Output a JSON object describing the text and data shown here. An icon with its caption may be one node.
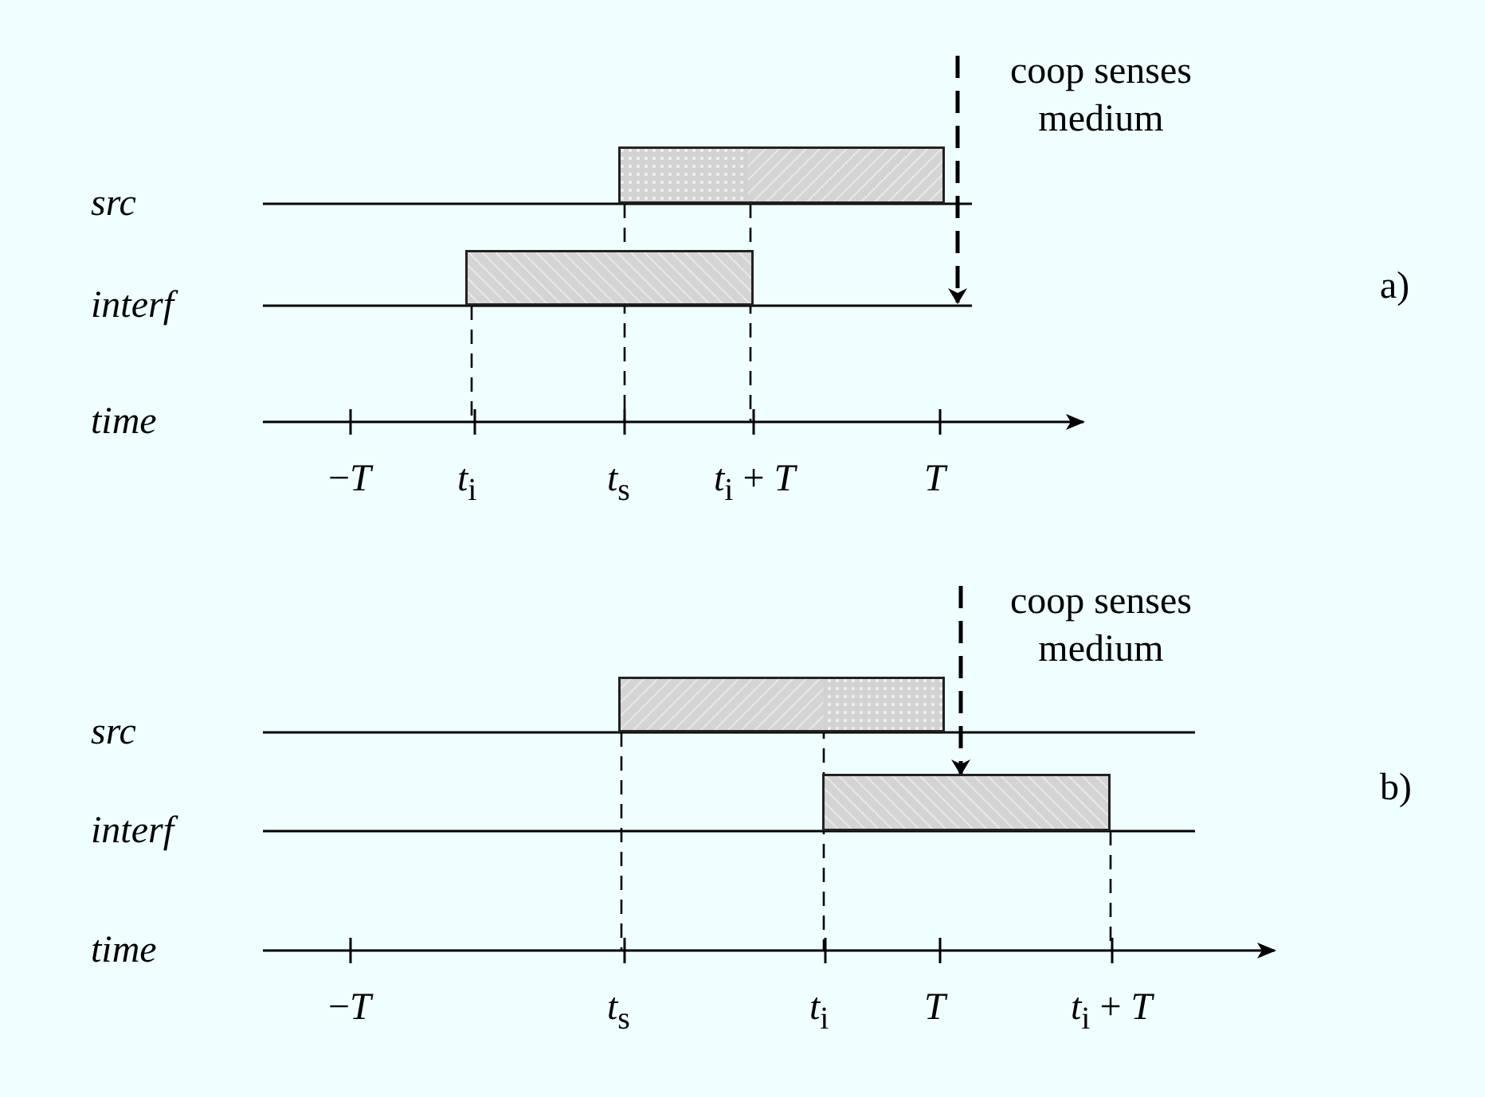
{
  "diagram": {
    "nodes": [
      {
        "text": [
          "coop senses medium"
        ]
      },
      {
        "text": [],
        "shape": "bar"
      },
      {
        "text": [],
        "shape": "bar"
      },
      {
        "text": [
          "coop senses medium"
        ]
      },
      {
        "text": [],
        "shape": "bar"
      },
      {
        "text": [],
        "shape": "bar"
      }
    ],
    "edges": [
      {
        "from": 0,
        "to": null,
        "arrow": "to",
        "style": "dashed"
      },
      {
        "from": 3,
        "to": 5,
        "arrow": "to",
        "style": "dashed"
      }
    ],
    "labels": [
      "src",
      "interf",
      "a)",
      "time",
      "−*T*",
      "*t*$_{i}$",
      "*t*$_{s}$",
      "*t*$_{i}$ + *T*",
      "*T*",
      "src",
      "interf",
      "b)",
      "time",
      "−*T*",
      "*t*$_{s}$",
      "*t*$_{i}$",
      "*T*",
      "*t*$_{i}$ + *T*"
    ]
  }
}
